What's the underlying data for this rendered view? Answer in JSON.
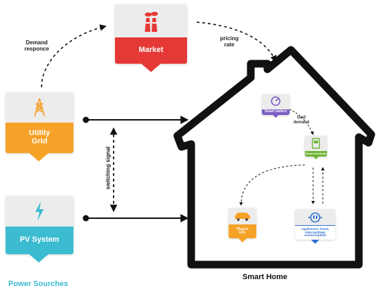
{
  "nodes": {
    "market": {
      "label": "Market",
      "color": "#e53935",
      "icon": "factory-icon"
    },
    "utility": {
      "label": "Utility\nGrid",
      "color": "#f6a127",
      "icon": "power-tower-icon"
    },
    "pv": {
      "label": "PV System",
      "color": "#3bbcd0",
      "icon": "lightning-icon"
    },
    "smart_meters": {
      "label": "Smart meters",
      "color": "#7c5cc4",
      "icon": "meter-icon"
    },
    "smart_scheduler": {
      "label": "Smart scheduler",
      "color": "#6fb535",
      "icon": "scheduler-icon"
    },
    "plugin_evs": {
      "label": "Plug-in\nEVs",
      "color": "#f6a127",
      "icon": "car-icon"
    },
    "appliances": {
      "label": "Appliances: Fixed,\ninterruptible&\nuninterruptible",
      "color": "#2f6fd1",
      "icon": "plug-icon"
    }
  },
  "edges": {
    "demand_response": "Demand\nresponce",
    "pricing_rate": "pricing\nrate",
    "switching_signal": "switching signal",
    "load_demand": "load\ndemand"
  },
  "captions": {
    "power_sources": "Power Sourches",
    "smart_home": "Smart Home"
  },
  "colors": {
    "power_sources_text": "#3bbcd0",
    "house_outline": "#111111"
  }
}
